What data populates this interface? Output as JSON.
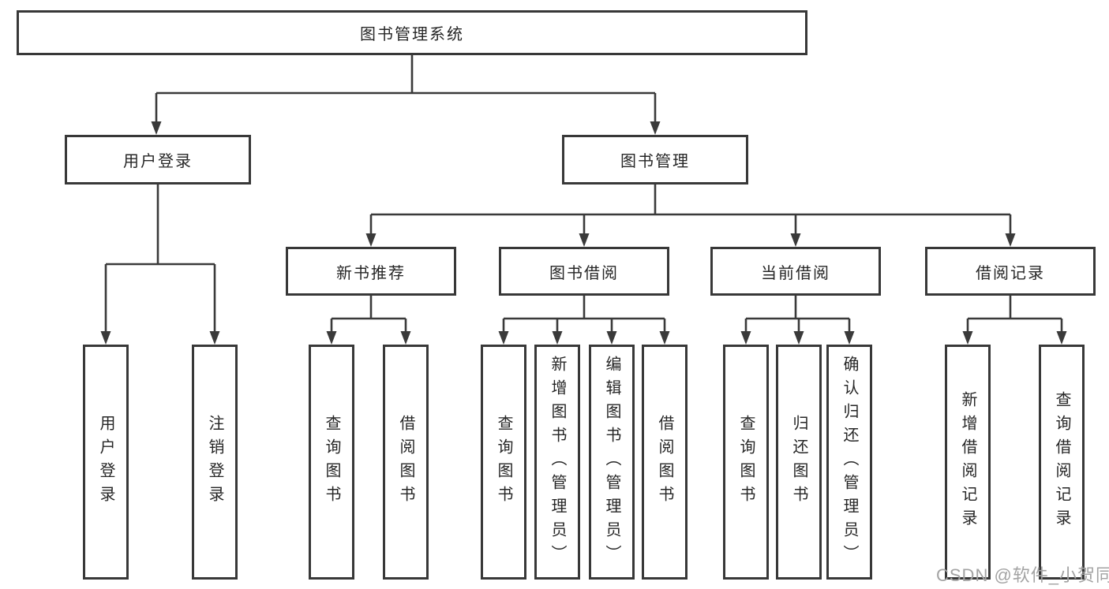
{
  "tree": {
    "root": {
      "label": "图书管理系统"
    },
    "children": [
      {
        "label": "用户登录",
        "children": [
          {
            "label": "用户登录"
          },
          {
            "label": "注销登录"
          }
        ]
      },
      {
        "label": "图书管理",
        "children": [
          {
            "label": "新书推荐",
            "children": [
              {
                "label": "查询图书"
              },
              {
                "label": "借阅图书"
              }
            ]
          },
          {
            "label": "图书借阅",
            "children": [
              {
                "label": "查询图书"
              },
              {
                "label": "新增图书（管理员）"
              },
              {
                "label": "编辑图书（管理员）"
              },
              {
                "label": "借阅图书"
              }
            ]
          },
          {
            "label": "当前借阅",
            "children": [
              {
                "label": "查询图书"
              },
              {
                "label": "归还图书"
              },
              {
                "label": "确认归还（管理员）"
              }
            ]
          },
          {
            "label": "借阅记录",
            "children": [
              {
                "label": "新增借阅记录"
              },
              {
                "label": "查询借阅记录"
              }
            ]
          }
        ]
      }
    ]
  },
  "watermark": {
    "text": "CSDN @软件_小贺同学"
  },
  "colors": {
    "line": "#3a3a3a",
    "box_border": "#383838",
    "box_bg": "#ffffff",
    "text": "#262626",
    "watermark": "#a3a3a3"
  }
}
